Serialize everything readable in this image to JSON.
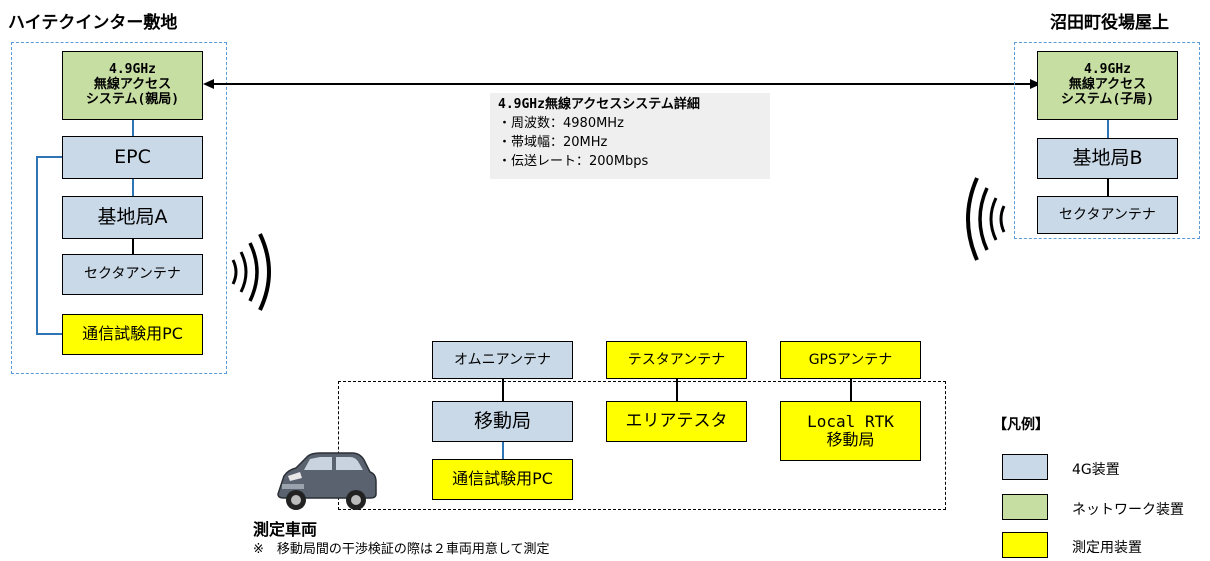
{
  "site_a": {
    "label": "ハイテクインター敷地",
    "access_parent": [
      "4.9GHz",
      "無線アクセス",
      "システム(親局)"
    ],
    "epc": "EPC",
    "base_station": "基地局A",
    "sector_antenna": "セクタアンテナ",
    "test_pc": "通信試験用PC"
  },
  "site_b": {
    "label": "沼田町役場屋上",
    "access_child": [
      "4.9GHz",
      "無線アクセス",
      "システム(子局)"
    ],
    "base_station": "基地局B",
    "sector_antenna": "セクタアンテナ"
  },
  "details": {
    "title": "4.9GHz無線アクセスシステム詳細",
    "lines": [
      "・周波数：4980MHz",
      "・帯域幅：20MHz",
      "・伝送レート：200Mbps"
    ]
  },
  "vehicle": {
    "omni_antenna": "オムニアンテナ",
    "mobile_station": "移動局",
    "test_pc": "通信試験用PC",
    "tester_antenna": "テスタアンテナ",
    "area_tester": "エリアテスタ",
    "gps_antenna": "GPSアンテナ",
    "rtk_line1": "Local RTK",
    "rtk_line2": "移動局",
    "label": "測定車両",
    "note": "※　移動局間の干渉検証の際は２車両用意して測定"
  },
  "legend": {
    "title": "【凡例】",
    "items": [
      {
        "label": "4G装置",
        "color": "#c9d9e8"
      },
      {
        "label": "ネットワーク装置",
        "color": "#c7dea3"
      },
      {
        "label": "測定用装置",
        "color": "#ffff00"
      }
    ]
  }
}
